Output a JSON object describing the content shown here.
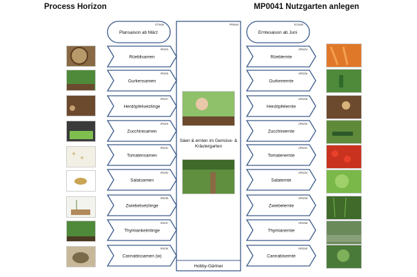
{
  "header": {
    "left_title": "Process Horizon",
    "right_title": "MP0041 Nutzgarten anlegen"
  },
  "start_event": {
    "id": "ET0040",
    "label": "Plansaison ab März"
  },
  "end_event": {
    "id": "EC0040",
    "label": "Erntesaison ab Juni"
  },
  "process": {
    "id": "PR0040",
    "label_line1": "Säen & ernten im Gemüse- &",
    "label_line2": "Kräutergarten",
    "role": "Hobby-Gärtner"
  },
  "inputs": [
    {
      "id": "IP0223",
      "label": "Rüeblisamen"
    },
    {
      "id": "IP0225",
      "label": "Gurkensamen"
    },
    {
      "id": "IP0227",
      "label": "Herdöpfelsetzlinge"
    },
    {
      "id": "IP0229",
      "label": "Zucchinisamen"
    },
    {
      "id": "IP0231",
      "label": "Tomatensamen"
    },
    {
      "id": "IP0233",
      "label": "Salatsamen"
    },
    {
      "id": "IP0235",
      "label": "Zwiebelsetzlinge"
    },
    {
      "id": "IP0237",
      "label": "Thymiankeimlinge"
    },
    {
      "id": "IP0239",
      "label": "Cannabissamen (w)"
    }
  ],
  "outputs": [
    {
      "id": "OP0224",
      "label": "Rüeblernte"
    },
    {
      "id": "OP0226",
      "label": "Gurkenernte"
    },
    {
      "id": "OP0228",
      "label": "Herdöpfelernte"
    },
    {
      "id": "OP0230",
      "label": "Zucchiniernte"
    },
    {
      "id": "OP0232",
      "label": "Tomatenernte"
    },
    {
      "id": "OP0234",
      "label": "Salaternte"
    },
    {
      "id": "OP0236",
      "label": "Zwiebelernte"
    },
    {
      "id": "OP0238",
      "label": "Thymianernte"
    },
    {
      "id": "OP0240",
      "label": "Cannabisernte"
    }
  ],
  "colors": {
    "shape_border": "#3b5a8a",
    "photo_soil": "#6b4a2e",
    "photo_green": "#4f8a3a",
    "photo_orange": "#e0782a",
    "photo_red": "#c8321e"
  }
}
